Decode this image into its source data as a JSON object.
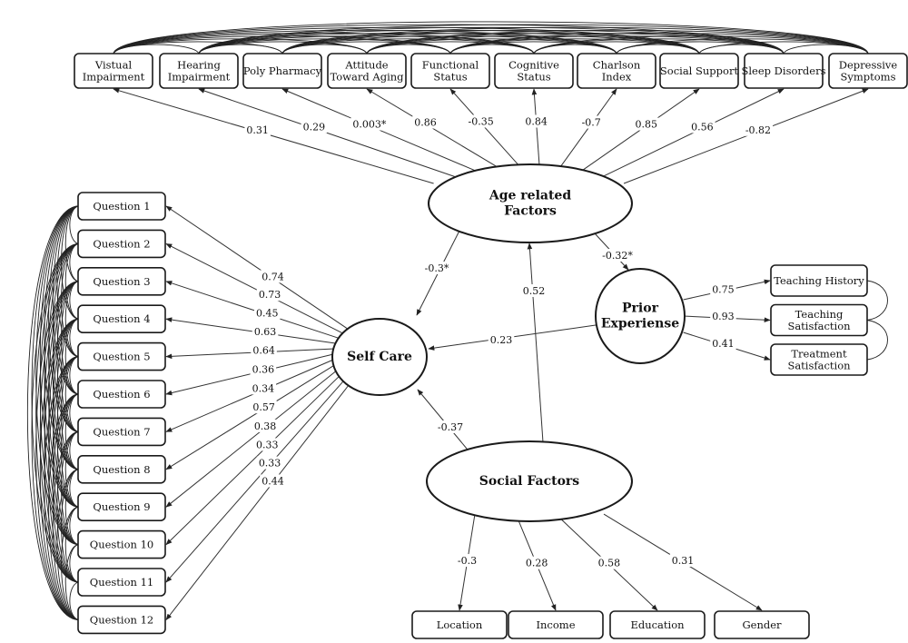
{
  "diagram": {
    "latents": {
      "age": [
        "Age related",
        "Factors"
      ],
      "selfcare": [
        "Self Care"
      ],
      "prior": [
        "Prior",
        "Experiense"
      ],
      "social": [
        "Social Factors"
      ]
    },
    "age_indicators": [
      {
        "label": [
          "Vistual",
          "Impairment"
        ],
        "coef": "0.31"
      },
      {
        "label": [
          "Hearing",
          "Impairment"
        ],
        "coef": "0.29"
      },
      {
        "label": [
          "Poly Pharmacy"
        ],
        "coef": "0.003*"
      },
      {
        "label": [
          "Attitude",
          "Toward Aging"
        ],
        "coef": "0.86"
      },
      {
        "label": [
          "Functional",
          "Status"
        ],
        "coef": "-0.35"
      },
      {
        "label": [
          "Cognitive",
          "Status"
        ],
        "coef": "0.84"
      },
      {
        "label": [
          "Charlson",
          "Index"
        ],
        "coef": "-0.7"
      },
      {
        "label": [
          "Social Support"
        ],
        "coef": "0.85"
      },
      {
        "label": [
          "Sleep Disorders"
        ],
        "coef": "0.56"
      },
      {
        "label": [
          "Depressive",
          "Symptoms"
        ],
        "coef": "-0.82"
      }
    ],
    "questions": [
      {
        "label": "Question 1",
        "coef": "0.74"
      },
      {
        "label": "Question 2",
        "coef": "0.73"
      },
      {
        "label": "Question 3",
        "coef": "0.45"
      },
      {
        "label": "Question 4",
        "coef": "0.63"
      },
      {
        "label": "Question 5",
        "coef": "0.64"
      },
      {
        "label": "Question 6",
        "coef": "0.36"
      },
      {
        "label": "Question 7",
        "coef": "0.34"
      },
      {
        "label": "Question 8",
        "coef": "0.57"
      },
      {
        "label": "Question 9",
        "coef": "0.38"
      },
      {
        "label": "Question 10",
        "coef": "0.33"
      },
      {
        "label": "Question 11",
        "coef": "0.33"
      },
      {
        "label": "Question 12",
        "coef": "0.44"
      }
    ],
    "prior_indicators": [
      {
        "label": [
          "Teaching History"
        ],
        "coef": "0.75"
      },
      {
        "label": [
          "Teaching",
          "Satisfaction"
        ],
        "coef": "0.93"
      },
      {
        "label": [
          "Treatment",
          "Satisfaction"
        ],
        "coef": "0.41"
      }
    ],
    "social_indicators": [
      {
        "label": "Location",
        "coef": "-0.3"
      },
      {
        "label": "Income",
        "coef": "0.28"
      },
      {
        "label": "Education",
        "coef": "0.58"
      },
      {
        "label": "Gender",
        "coef": "0.31"
      }
    ],
    "paths": {
      "age_to_selfcare": "-0.3*",
      "age_to_prior": "-0.32*",
      "social_to_age": "0.52",
      "prior_to_selfcare": "0.23",
      "social_to_selfcare": "-0.37"
    }
  }
}
